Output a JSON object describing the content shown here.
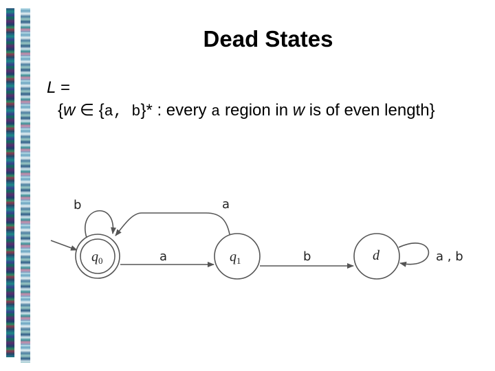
{
  "slide": {
    "title": "Dead States",
    "language_label": "L =",
    "language_definition": {
      "open": "{",
      "var_w": "w",
      "in_symbol": "∈",
      "alphabet_open": "{",
      "alphabet": "a, b",
      "alphabet_close": "}*",
      "middle": " : every ",
      "symbol_a": "a",
      "tail": " region in ",
      "var_w2": "w",
      "end": " is of even length}"
    }
  },
  "dfa": {
    "states": [
      {
        "id": "q0",
        "name": "q",
        "subscript": "0",
        "accepting": true,
        "start": true
      },
      {
        "id": "q1",
        "name": "q",
        "subscript": "1",
        "accepting": false,
        "start": false
      },
      {
        "id": "d",
        "name": "d",
        "subscript": "",
        "accepting": false,
        "start": false
      }
    ],
    "transitions": [
      {
        "from": "q0",
        "to": "q0",
        "label": "b"
      },
      {
        "from": "q0",
        "to": "q1",
        "label": "a"
      },
      {
        "from": "q1",
        "to": "q0",
        "label": "a"
      },
      {
        "from": "q1",
        "to": "d",
        "label": "b"
      },
      {
        "from": "d",
        "to": "d",
        "label": "a , b"
      }
    ]
  }
}
